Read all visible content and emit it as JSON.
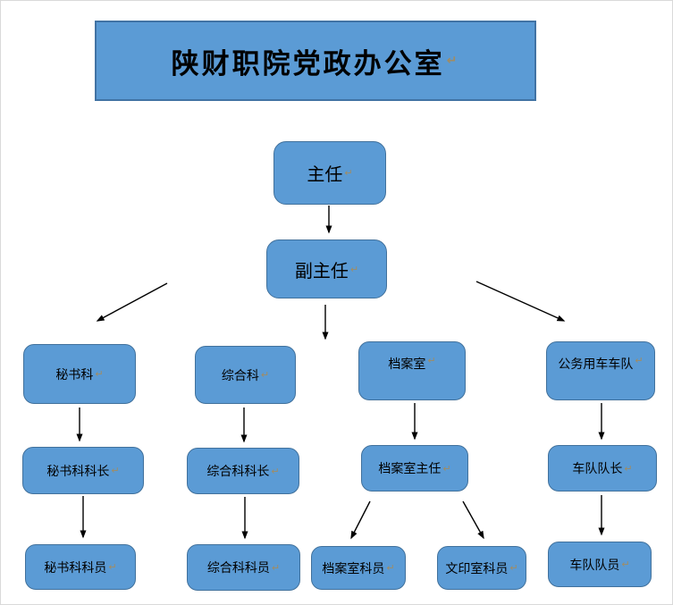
{
  "title": "陕财职院党政办公室",
  "return_mark": "↵",
  "nodes": {
    "director": "主任",
    "deputy_director": "副主任",
    "secretary_section": "秘书科",
    "general_section": "综合科",
    "archives_room": "档案室",
    "vehicle_fleet": "公务用车车队",
    "secretary_chief": "秘书科科长",
    "general_chief": "综合科科长",
    "archives_director": "档案室主任",
    "fleet_captain": "车队队长",
    "secretary_clerk": "秘书科科员",
    "general_clerk": "综合科科员",
    "archives_clerk": "档案室科员",
    "printing_clerk": "文印室科员",
    "fleet_member": "车队队员"
  },
  "edges": [
    {
      "from": "director",
      "to": "deputy_director"
    },
    {
      "from": "deputy_director",
      "to": "secretary_section"
    },
    {
      "from": "deputy_director",
      "to": "general_section"
    },
    {
      "from": "deputy_director",
      "to": "archives_room"
    },
    {
      "from": "deputy_director",
      "to": "vehicle_fleet"
    },
    {
      "from": "secretary_section",
      "to": "secretary_chief"
    },
    {
      "from": "general_section",
      "to": "general_chief"
    },
    {
      "from": "archives_room",
      "to": "archives_director"
    },
    {
      "from": "vehicle_fleet",
      "to": "fleet_captain"
    },
    {
      "from": "secretary_chief",
      "to": "secretary_clerk"
    },
    {
      "from": "general_chief",
      "to": "general_clerk"
    },
    {
      "from": "archives_director",
      "to": "archives_clerk"
    },
    {
      "from": "archives_director",
      "to": "printing_clerk"
    },
    {
      "from": "fleet_captain",
      "to": "fleet_member"
    }
  ],
  "colors": {
    "box_fill": "#5b9bd5",
    "box_border": "#41719c",
    "arrow": "#000000",
    "format_mark": "#a08c64"
  }
}
